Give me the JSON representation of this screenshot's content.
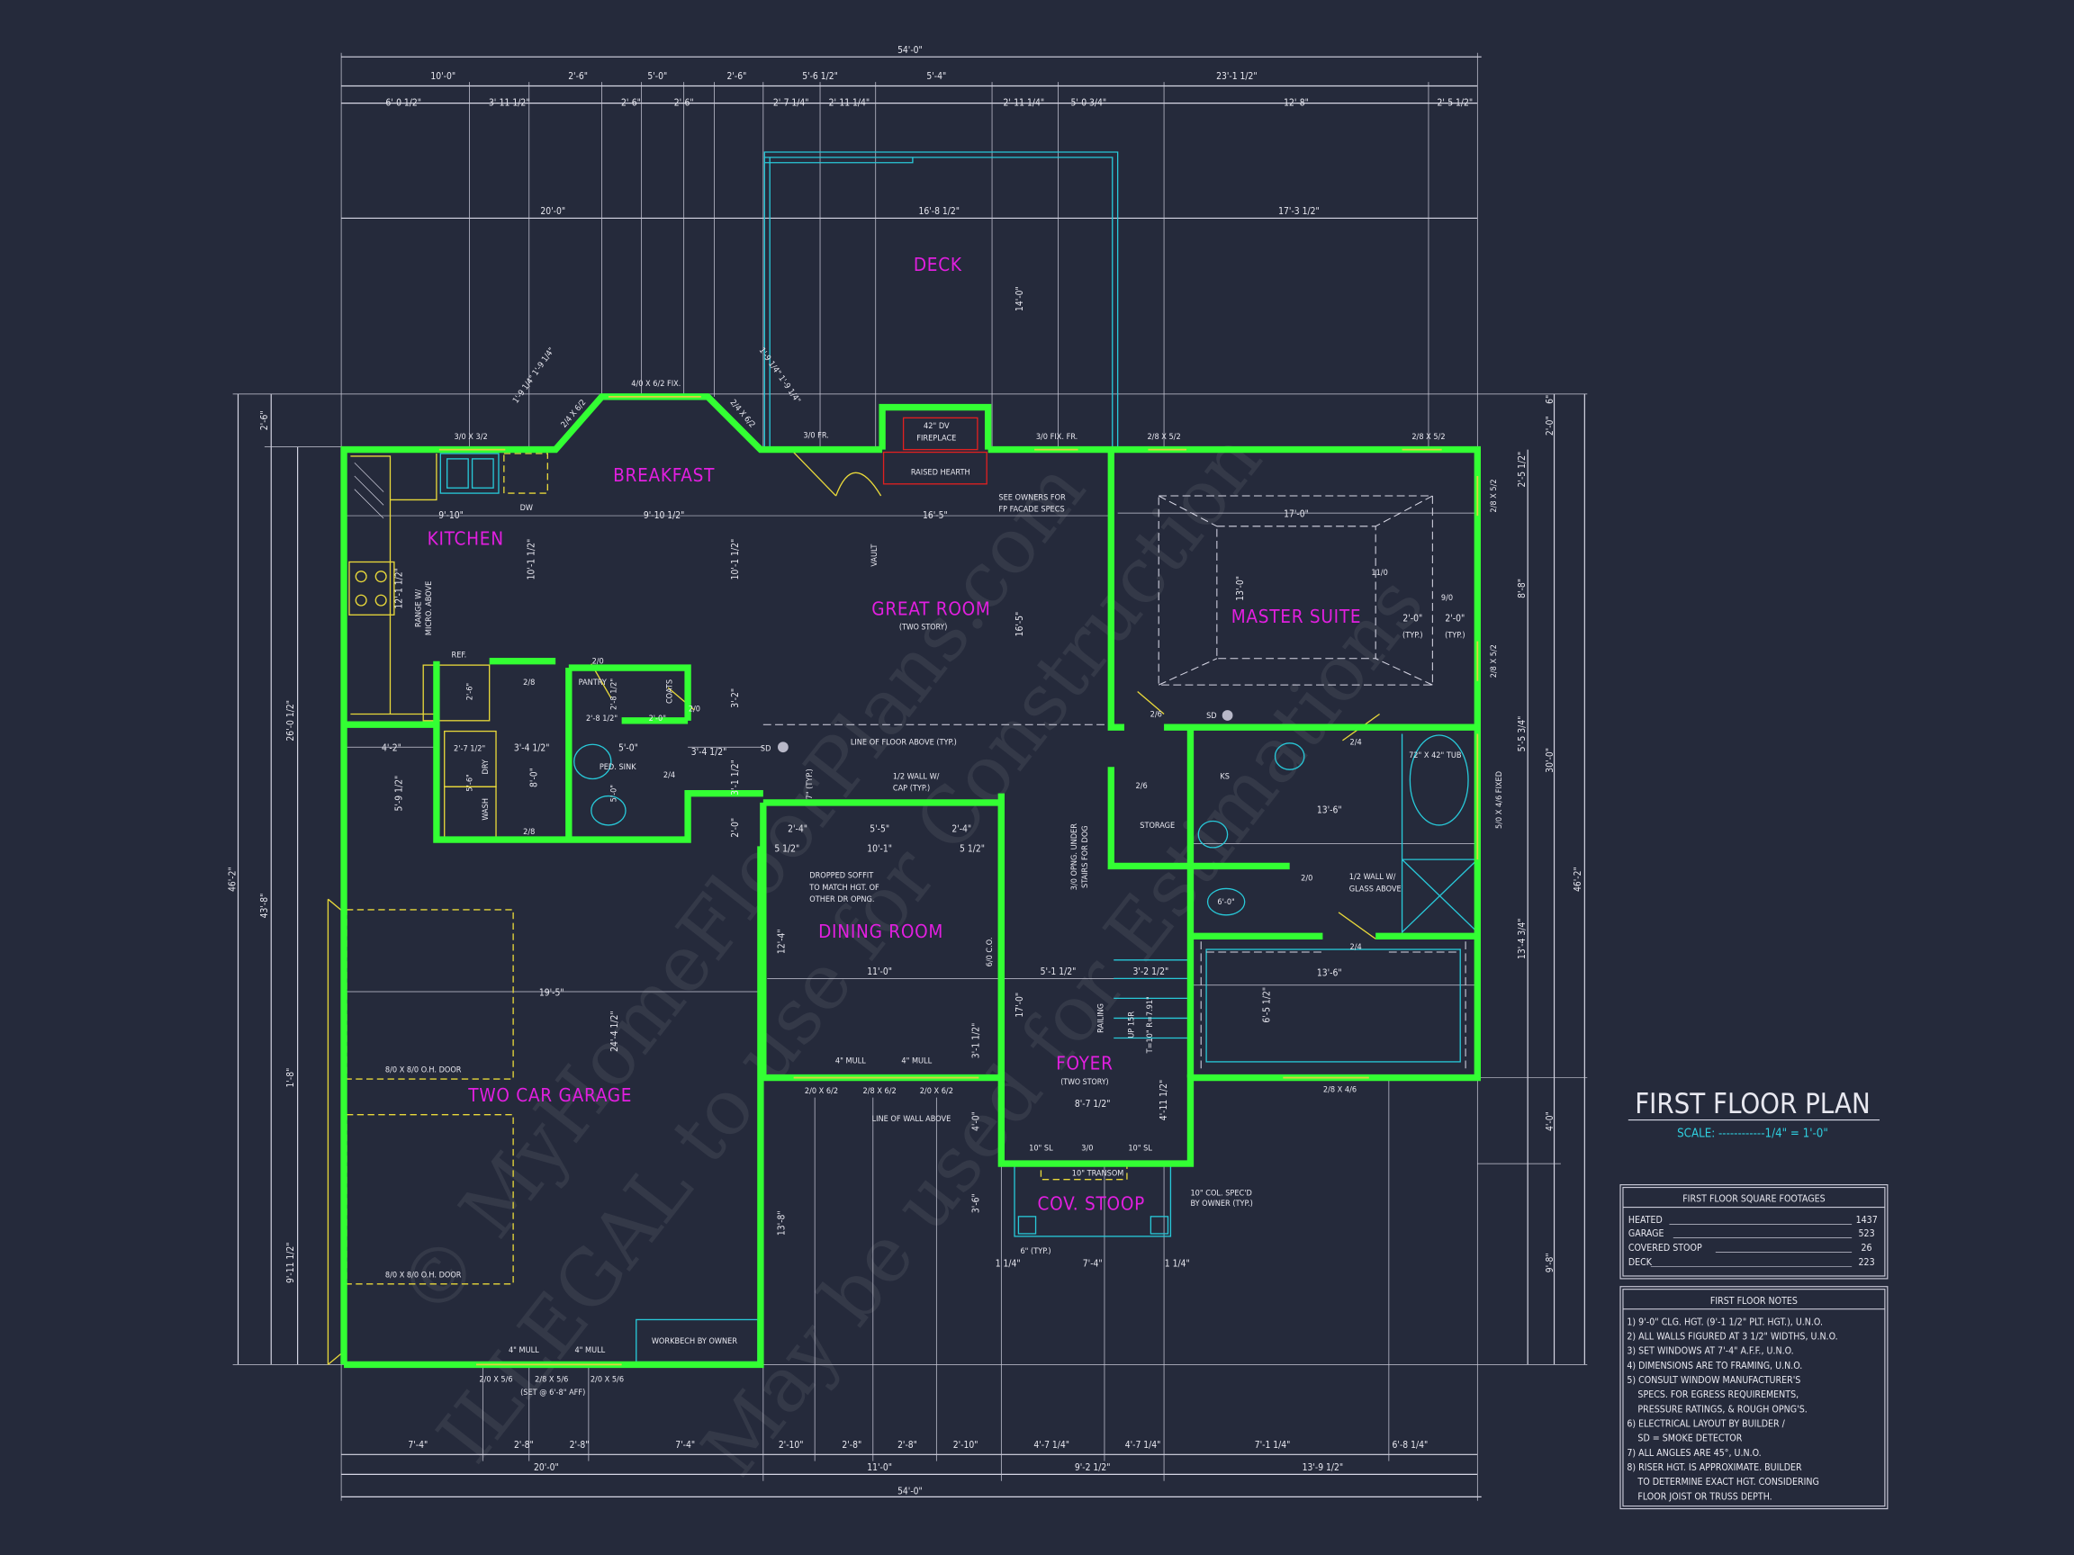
{
  "colors": {
    "background": "#252a3b",
    "walls": "#33ff33",
    "room_labels": "#e21fe0",
    "windows_doors": "#e8d83a",
    "fixtures": "#28c8d8",
    "fireplace": "#e02020",
    "scale_text": "#2fd0e0"
  },
  "watermark": [
    "© MyHomeFloorPlans.com",
    "ILLEGAL to use for Construction",
    "May be used for Estimations"
  ],
  "title_block": {
    "title": "FIRST FLOOR PLAN",
    "scale": "SCALE: ------------1/4\" = 1'-0\"",
    "square_footages": {
      "heading": "FIRST FLOOR SQUARE FOOTAGES",
      "rows": [
        {
          "label": "HEATED",
          "value": "1437"
        },
        {
          "label": "GARAGE",
          "value": "523"
        },
        {
          "label": "COVERED STOOP",
          "value": "26"
        },
        {
          "label": "DECK",
          "value": "223"
        }
      ]
    },
    "notes": {
      "heading": "FIRST FLOOR NOTES",
      "lines": [
        "1)  9'-0\" CLG. HGT. (9'-1 1/2\" PLT. HGT.), U.N.O.",
        "2) ALL WALLS FIGURED AT 3 1/2\" WIDTHS, U.N.O.",
        "3) SET WINDOWS AT 7'-4\" A.F.F., U.N.O.",
        "4) DIMENSIONS ARE TO FRAMING, U.N.O.",
        "5) CONSULT WINDOW MANUFACTURER'S",
        "    SPECS. FOR EGRESS REQUIREMENTS,",
        "    PRESSURE RATINGS, & ROUGH OPNG'S.",
        "6) ELECTRICAL LAYOUT BY BUILDER /",
        "    SD = SMOKE DETECTOR",
        "7) ALL ANGLES ARE 45°, U.N.O.",
        "8) RISER HGT. IS APPROXIMATE.  BUILDER",
        "    TO DETERMINE EXACT HGT. CONSIDERING",
        "    FLOOR JOIST OR TRUSS DEPTH."
      ]
    }
  },
  "rooms": {
    "deck": "DECK",
    "breakfast": "BREAKFAST",
    "kitchen": "KITCHEN",
    "great_room": "GREAT ROOM",
    "great_room_sub": "(TWO STORY)",
    "master_suite": "MASTER SUITE",
    "dining_room": "DINING ROOM",
    "foyer": "FOYER",
    "foyer_sub": "(TWO STORY)",
    "garage": "TWO CAR GARAGE",
    "stoop": "COV. STOOP"
  },
  "dims": {
    "top_overall": "54'-0\"",
    "top_row2": [
      "10'-0\"",
      "2'-6\"",
      "5'-0\"",
      "2'-6\"",
      "5'-6 1/2\"",
      "5'-4\"",
      "23'-1 1/2\""
    ],
    "top_row3": [
      "6'-0 1/2\"",
      "3'-11 1/2\"",
      "2'-6\"",
      "2'-6\"",
      "2'-7 1/4\"",
      "2'-11 1/4\"",
      "2'-11 1/4\"",
      "5'-0 3/4\"",
      "12'-8\"",
      "2'-5 1/2\""
    ],
    "top_row4": [
      "20'-0\"",
      "16'-8 1/2\"",
      "17'-3 1/2\""
    ],
    "bottom_row1": [
      "7'-4\"",
      "2'-8\"",
      "2'-8\"",
      "7'-4\"",
      "2'-10\"",
      "2'-8\"",
      "2'-8\"",
      "2'-10\"",
      "4'-7 1/4\"",
      "4'-7 1/4\"",
      "7'-1 1/4\"",
      "6'-8 1/4\""
    ],
    "bottom_row2": [
      "20'-0\"",
      "11'-0\"",
      "9'-2 1/2\"",
      "13'-9 1/2\""
    ],
    "bottom_overall": "54'-0\"",
    "left": [
      "2'-6\"",
      "26'-0 1/2\"",
      "43'-8\"",
      "46'-2\"",
      "1'-8\"",
      "9'-11 1/2\""
    ],
    "right": [
      "6\"",
      "2'-0\"",
      "2'-5 1/2\"",
      "8'-8\"",
      "5'-5 3/4\"",
      "30'-0\"",
      "13'-4 3/4\"",
      "46'-2\"",
      "4'-0\"",
      "9'-8\""
    ],
    "interior": [
      "9'-10\"",
      "9'-10 1/2\"",
      "16'-5\"",
      "10'-1 1/2\"",
      "10'-1 1/2\"",
      "16'-5\"",
      "12'-1 1/2\"",
      "17'-0\"",
      "13'-0\"",
      "2'-0\"",
      "2'-0\"",
      "14'-0\"",
      "3'-2\"",
      "4'-2\"",
      "5'-9 1/2\"",
      "3'-4 1/2\"",
      "8'-0\"",
      "5'-0\"",
      "3'-4 1/2\"",
      "3'-1 1/2\"",
      "2'-0\"",
      "2'-4\"",
      "5'-5\"",
      "2'-4\"",
      "5 1/2\"",
      "10'-1\"",
      "5 1/2\"",
      "12'-4\"",
      "11'-0\"",
      "19'-5\"",
      "24'-4 1/2\"",
      "13'-6\"",
      "13'-6\"",
      "6'-5 1/2\"",
      "5'-1 1/2\"",
      "3'-2 1/2\"",
      "17'-0\"",
      "8'-7 1/2\"",
      "4'-11 1/2\"",
      "3'-1 1/2\"",
      "4'-0\"",
      "3'-6\"",
      "13'-8\"",
      "7'-4\"",
      "1 1/4\"",
      "1 1/4\""
    ]
  },
  "annotations": {
    "w_3080": "3/0 X 3/2",
    "w_bay_l": "2/4 X 6/2",
    "w_bay_c": "4/0 X 6/2 FIX.",
    "w_bay_r": "2/4 X 6/2",
    "bay_ang_l": "1'-9 1/4\"  1'-9 1/4\"",
    "bay_ang_r": "1'-9 1/4\"  1'-9 1/4\"",
    "d_30fr": "3/0 FR.",
    "fireplace": "42\" DV",
    "fireplace2": "FIREPLACE",
    "hearth": "RAISED HEARTH",
    "fp_note1": "SEE OWNERS FOR",
    "fp_note2": "FP FACADE SPECS",
    "w_30fix": "3/0 FIX. FR.",
    "w_2852a": "2/8 X 5/2",
    "w_2852b": "2/8 X 5/2",
    "w_2852c": "2/8 X 5/2",
    "w_2852d": "2/8 X 5/2",
    "w_fixed": "5/0 X 4/6 FIXED",
    "w_2846": "2/8 X 4/6",
    "dw": "DW",
    "range1": "RANGE W/",
    "range2": "MICRO. ABOVE",
    "ref": "REF.",
    "ref_dim": "2'-6\"",
    "pantry": "PANTRY",
    "coats": "COATS",
    "d_20a": "2/0",
    "d_20b": "2/0",
    "d_28a": "2/8",
    "d_28b": "2/8",
    "d_24": "2/4",
    "dry": "DRY",
    "wash": "WASH",
    "w_dim": "5'-6\"",
    "wd_dim": "2'-7 1/2\"",
    "pantry_dim": "2'-8 1/2\"",
    "pantry_dim2": "2'-8 1/2\"",
    "coats_dim": "2'-0\"",
    "ped_sink": "PED. SINK",
    "bath_dim": "5'-0\"",
    "vault": "VAULT",
    "sd1": "SD",
    "sd2": "SD",
    "line_floor": "LINE OF FLOOR ABOVE (TYP.)",
    "half_wall1": "1/2 WALL W/",
    "half_wall2": "CAP (TYP.)",
    "typ7": "7\" (TYP.)",
    "soffit1": "DROPPED SOFFIT",
    "soffit2": "TO MATCH HGT. OF",
    "soffit3": "OTHER DR OPNG.",
    "co": "6/0 C.O.",
    "mull1": "4\" MULL",
    "mull2": "4\" MULL",
    "w_dr1": "2/0 X 6/2",
    "w_dr2": "2/8 X 6/2",
    "w_dr3": "2/0 X 6/2",
    "line_wall": "LINE OF WALL ABOVE",
    "oh1": "8/0 X 8/0 O.H. DOOR",
    "oh2": "8/0 X 8/0 O.H. DOOR",
    "workbench": "WORKBECH BY OWNER",
    "gmull1": "4\" MULL",
    "gmull2": "4\" MULL",
    "gw1": "2/0 X 5/6",
    "gw2": "2/8 X 5/6",
    "gw3": "2/0 X 5/6",
    "gset": "(SET @ 6'-8\" AFF)",
    "d_26a": "2/6",
    "d_26b": "2/6",
    "storage": "STORAGE",
    "stairs1": "3/0 OPNG. UNDER",
    "stairs2": "STAIRS FOR DOG",
    "railing": "RAILING",
    "up": "UP 15R",
    "riser": "T=10\" R=7.91\"",
    "ks": "KS",
    "tub": "72\" X 42\" TUB",
    "d_24b": "2/4",
    "d_24c": "2/4",
    "d_20c": "2/0",
    "glass1": "1/2 WALL W/",
    "glass2": "GLASS ABOVE",
    "toilet_dim": "6'-0\"",
    "tray_a": "11/0",
    "tray_b": "9/0",
    "typ_a": "(TYP.)",
    "typ_b": "(TYP.)",
    "sl1": "10\" SL",
    "sl2": "10\" SL",
    "d_30": "3/0",
    "transom": "10\" TRANSOM",
    "col1": "10\" COL. SPEC'D",
    "col2": "BY OWNER (TYP.)",
    "typ6": "6\" (TYP.)"
  }
}
